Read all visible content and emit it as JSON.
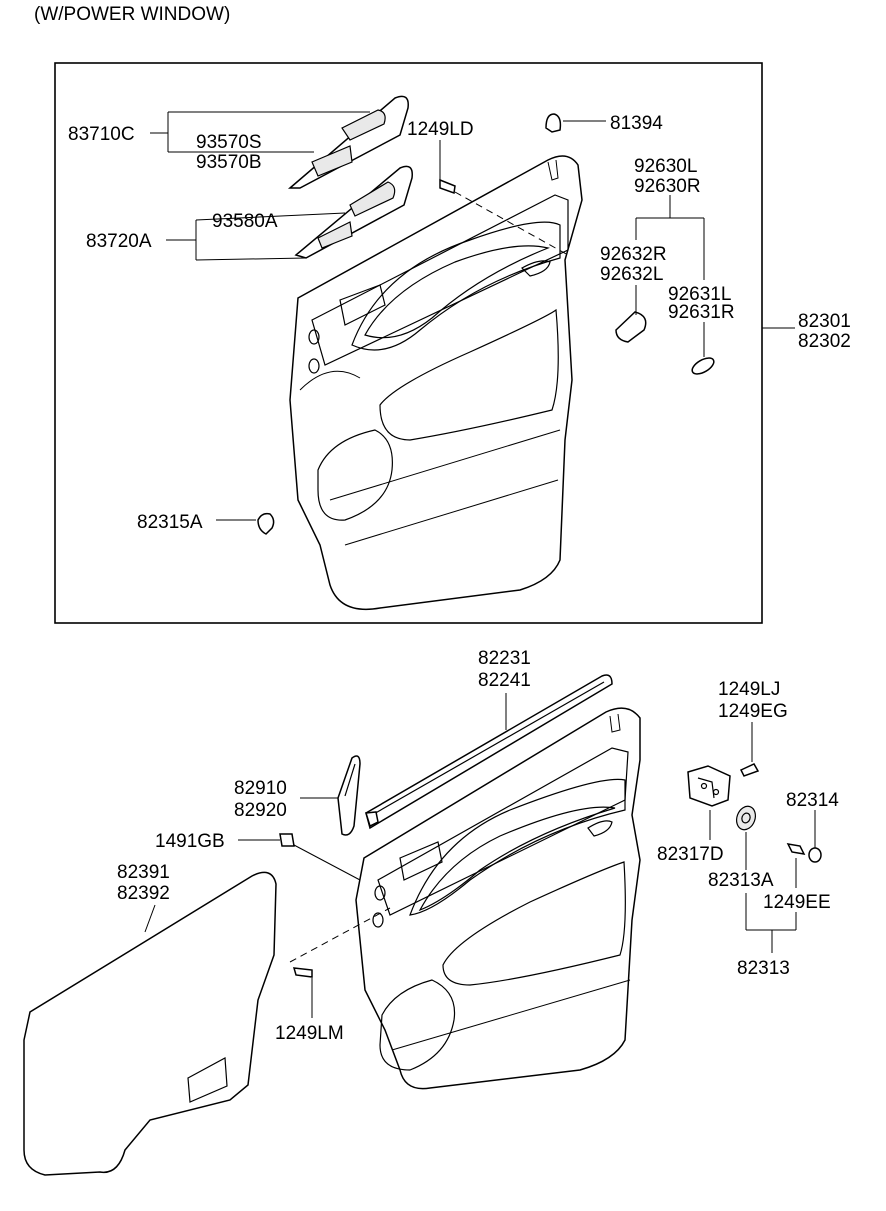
{
  "header": {
    "title": "(W/POWER WINDOW)"
  },
  "labels": {
    "p83710C": "83710C",
    "p93570S": "93570S",
    "p93570B": "93570B",
    "p1249LD": "1249LD",
    "p81394": "81394",
    "p92630L": "92630L",
    "p92630R": "92630R",
    "p83720A": "83720A",
    "p93580A": "93580A",
    "p92632R": "92632R",
    "p92632L": "92632L",
    "p92631L": "92631L",
    "p92631R": "92631R",
    "p82301": "82301",
    "p82302": "82302",
    "p82315A": "82315A",
    "p82231": "82231",
    "p82241": "82241",
    "p1249LJ": "1249LJ",
    "p1249EG": "1249EG",
    "p82910": "82910",
    "p82920": "82920",
    "p82314": "82314",
    "p1491GB": "1491GB",
    "p82317D": "82317D",
    "p82391": "82391",
    "p82392": "82392",
    "p82313A": "82313A",
    "p1249EE": "1249EE",
    "p82313": "82313",
    "p1249LM": "1249LM"
  }
}
